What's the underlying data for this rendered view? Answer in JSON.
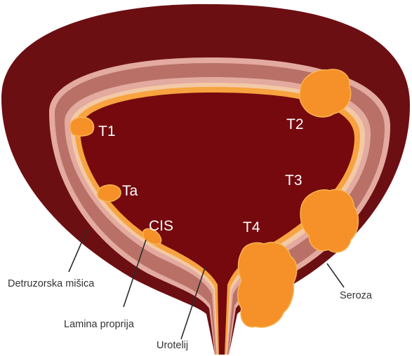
{
  "colors": {
    "serosa": "#6c0f13",
    "muscle": "#b97167",
    "muscle_rim": "#e3aaa0",
    "lamina": "#f3c9a5",
    "urothelium": "#f7a340",
    "lumen": "#75090e",
    "tumor": "#f59128",
    "tumor_edge": "#f9b352",
    "label_light": "#ffffff",
    "label_dark": "#333333"
  },
  "stages": {
    "t1": "T1",
    "t2": "T2",
    "ta": "Ta",
    "t3": "T3",
    "cis": "CIS",
    "t4": "T4"
  },
  "layers": {
    "detrusor": "Detruzorska mišica",
    "lamina_propria": "Lamina proprija",
    "urothelium": "Urotelij",
    "serosa": "Seroza"
  }
}
